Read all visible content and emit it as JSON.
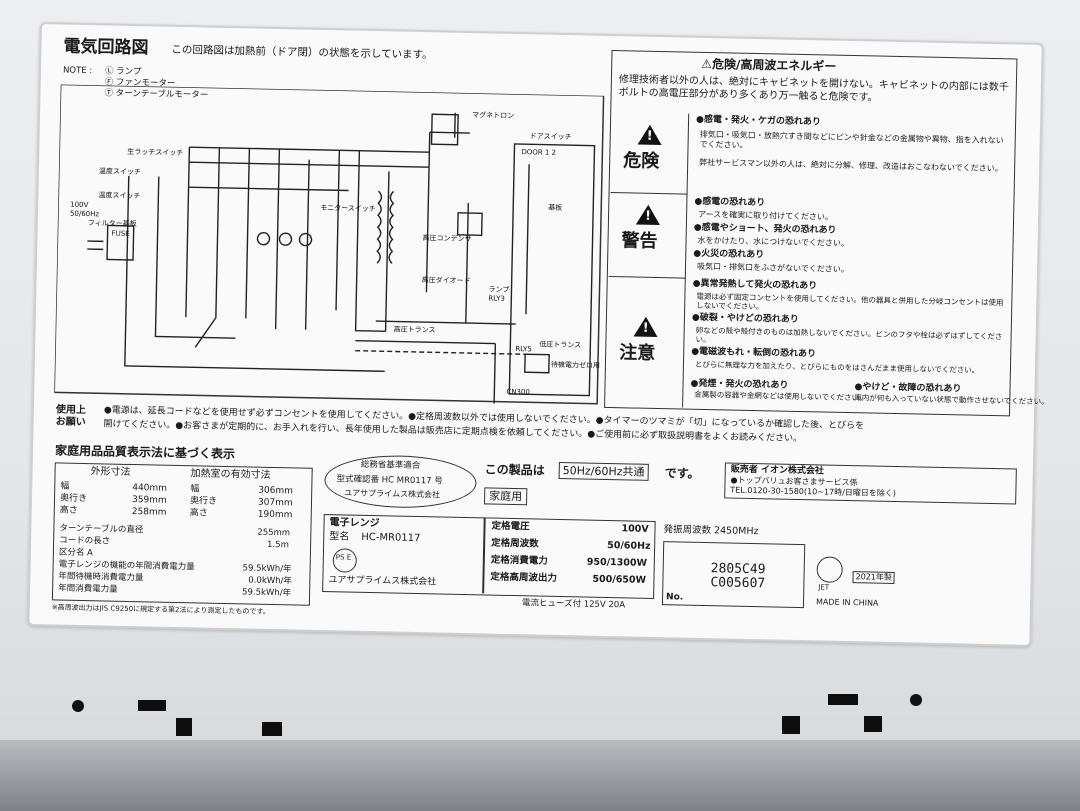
{
  "circuit": {
    "title": "電気回路図",
    "note": "この回路図は加熱前（ドア閉）の状態を示しています。",
    "legend_prefix": "NOTE :",
    "legend": [
      "Ⓛ ランプ",
      "Ⓕ ファンモーター",
      "Ⓣ ターンテーブルモーター"
    ],
    "labels": {
      "raw_latch": "生ラッチスイッチ",
      "temp_switch": "温度スイッチ",
      "power": "100V\n50/60Hz",
      "filter": "フィルター基板",
      "fuse": "FUSE",
      "latch_switch": "温度スイッチ",
      "magnetron": "マグネトロン",
      "door_switch": "ドアスイッチ",
      "door": "DOOR 1 2",
      "board": "基板",
      "monitor": "モニタースイッチ",
      "hv_cap": "高圧コンデンサ",
      "hv_diode": "高圧ダイオード",
      "hv_trans": "高圧トランス",
      "lamp": "ランプ",
      "rly3": "RLY3",
      "rly5": "RLY5",
      "lv_trans": "低圧トランス",
      "standby": "待機電力ゼロ用リレー",
      "cn": "CN300"
    }
  },
  "warning": {
    "header": "⚠危険/高周波エネルギー",
    "header_text": "修理技術者以外の人は、絶対にキャビネットを開けない。キャビネットの内部には数千ボルトの高電圧部分があり多くあり万一触ると危険です。",
    "danger": {
      "label": "危険",
      "items": [
        "●感電・発火・ケガの恐れあり",
        "排気口・吸気口・放熱穴すき間などにピンや針金などの金属物や異物、指を入れないでください。",
        "弊社サービスマン以外の人は、絶対に分解、修理、改造はおこなわないでください。"
      ]
    },
    "caution": {
      "label": "警告",
      "items": [
        "●感電の恐れあり",
        "アースを確実に取り付けてください。",
        "●感電やショート、発火の恐れあり",
        "水をかけたり、水につけないでください。",
        "●火災の恐れあり",
        "吸気口・排気口をふさがないでください。"
      ]
    },
    "notice": {
      "label": "注意",
      "items": [
        "●異常発熱して発火の恐れあり",
        "電源は必ず固定コンセントを使用してください。他の器具と併用した分岐コンセントは使用しないでください。",
        "●破裂・やけどの恐れあり",
        "卵などの殻や殻付きのものは加熱しないでください。ビンのフタや栓は必ずはずしてください。",
        "●電磁波もれ・転倒の恐れあり",
        "とびらに無理な力を加えたり、とびらにものをはさんだまま使用しないでください。",
        "●発煙・発火の恐れあり",
        "金属製の容器や金網などは使用しないでください。",
        "●やけど・故障の恐れあり",
        "庫内が何も入っていない状態で動作させないでください。"
      ]
    }
  },
  "usage": {
    "label": "使用上\nお願い",
    "line1": "●電源は、延長コードなどを使用せず必ずコンセントを使用してください。●定格周波数以外では使用しないでください。●タイマーのツマミが「切」になっているか確認した後、とびらを",
    "line2": "開けてください。●お客さまが定期的に、お手入れを行い、長年使用した製品は販売店に定期点検を依頼してください。●ご使用前に必ず取扱説明書をよくお読みください。"
  },
  "quality": {
    "title": "家庭用品品質表示法に基づく表示",
    "col1": "外形寸法",
    "col2": "加熱室の有効寸法",
    "rows": [
      {
        "k1": "幅",
        "v1": "440mm",
        "k2": "幅",
        "v2": "306mm"
      },
      {
        "k1": "奥行き",
        "v1": "359mm",
        "k2": "奥行き",
        "v2": "307mm"
      },
      {
        "k1": "高さ",
        "v1": "258mm",
        "k2": "高さ",
        "v2": "190mm"
      }
    ],
    "specs": [
      {
        "k": "ターンテーブルの直径",
        "v": "255mm"
      },
      {
        "k": "コードの長さ",
        "v": "1.5m"
      },
      {
        "k": "区分名 A",
        "v": ""
      },
      {
        "k": "電子レンジの機能の年間消費電力量",
        "v": "59.5kWh/年"
      },
      {
        "k": "年間待機時消費電力量",
        "v": "0.0kWh/年"
      },
      {
        "k": "年間消費電力量",
        "v": "59.5kWh/年"
      }
    ],
    "footnote": "※高周波出力はJIS C9250に規定する第2法により測定したものです。"
  },
  "certification": {
    "oval_top": "総務省基準適合",
    "oval_mid": "型式確認番 HC MR0117 号",
    "oval_bot": "ユアサプライムス株式会社",
    "freq_prefix": "この製品は",
    "freq_box": "50Hz/60Hz共通",
    "freq_suffix": "です。",
    "household": "家庭用"
  },
  "seller": {
    "line1": "販売者 イオン株式会社",
    "line2": "●トップバリュお客さまサービス係",
    "line3": "TEL.0120-30-1580(10~17時/日曜日を除く)"
  },
  "product": {
    "name": "電子レンジ",
    "model_label": "型名",
    "model": "HC-MR0117",
    "maker": "ユアサプライムス株式会社",
    "pse": "PS E",
    "ratings": [
      {
        "k": "定格電圧",
        "v": "100V"
      },
      {
        "k": "定格周波数",
        "v": "50/60Hz"
      },
      {
        "k": "定格消費電力",
        "v": "950/1300W"
      },
      {
        "k": "定格高周波出力",
        "v": "500/650W"
      }
    ],
    "fuse": "電流ヒューズ付 125V 20A",
    "osc_freq": "発振周波数 2450MHz",
    "serial1": "2805C49",
    "serial2": "C005607",
    "no_label": "No.",
    "jet": "JET",
    "year": "2021年製",
    "origin": "MADE IN CHINA"
  }
}
